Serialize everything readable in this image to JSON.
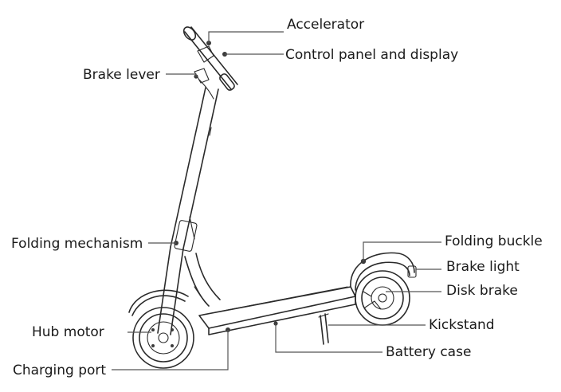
{
  "labels": {
    "accelerator": "Accelerator",
    "control_panel": "Control panel and display",
    "brake_lever": "Brake lever",
    "folding_mechanism": "Folding mechanism",
    "hub_motor": "Hub motor",
    "charging_port": "Charging port",
    "folding_buckle": "Folding buckle",
    "brake_light": "Brake light",
    "disk_brake": "Disk brake",
    "kickstand": "Kickstand",
    "battery_case": "Battery case"
  }
}
